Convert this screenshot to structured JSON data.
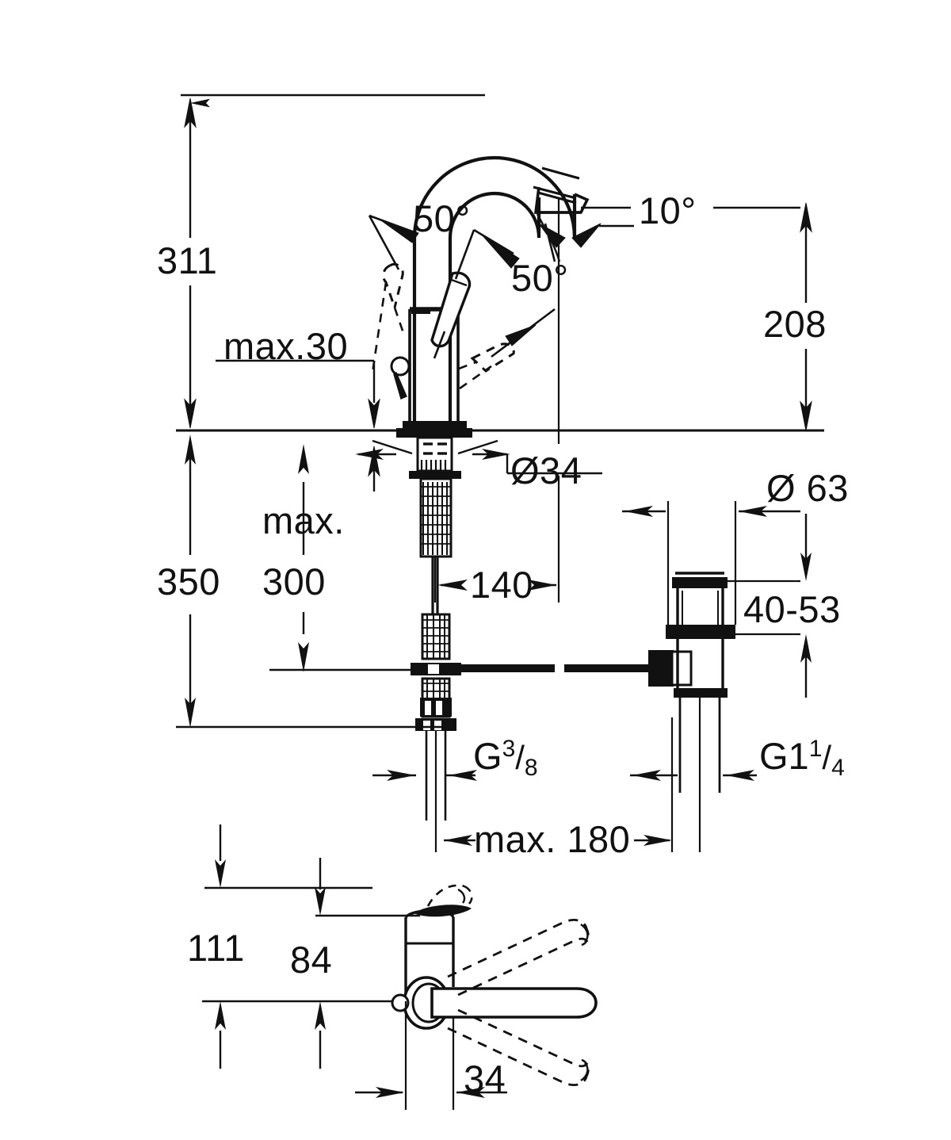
{
  "drawing": {
    "title": "Single-lever basin mixer dimensional drawing",
    "units": "mm",
    "line_color": "#111111",
    "background": "#ffffff"
  },
  "views": {
    "side_elevation": "side-elevation-view",
    "waste_assembly": "pop-up-waste-assembly-view",
    "plan": "bottom-plan-view"
  },
  "dimensions": {
    "total_height": "311",
    "spout_height": "208",
    "max_deck_thickness": "max.30",
    "shank_length_total": "350",
    "max_word": "max.",
    "max_hose_reach": "300",
    "spout_reach": "140",
    "body_diameter": "Ø34",
    "waste_flange_diameter": "Ø 63",
    "waste_adjust_range": "40-53",
    "hose_max_length": "max. 180",
    "plan_total_depth": "111",
    "plan_handle_depth": "84",
    "plan_body_width": "34"
  },
  "angles": {
    "swivel_left": "50°",
    "swivel_right": "50°",
    "aerator_tilt": "10°",
    "degree_symbol": "°"
  },
  "threads": {
    "supply_thread_prefix": "G",
    "supply_thread_num": "3",
    "supply_thread_slash": "/",
    "supply_thread_den": "8",
    "waste_thread_prefix": "G1",
    "waste_thread_num": "1",
    "waste_thread_slash": "/",
    "waste_thread_den": "4"
  }
}
